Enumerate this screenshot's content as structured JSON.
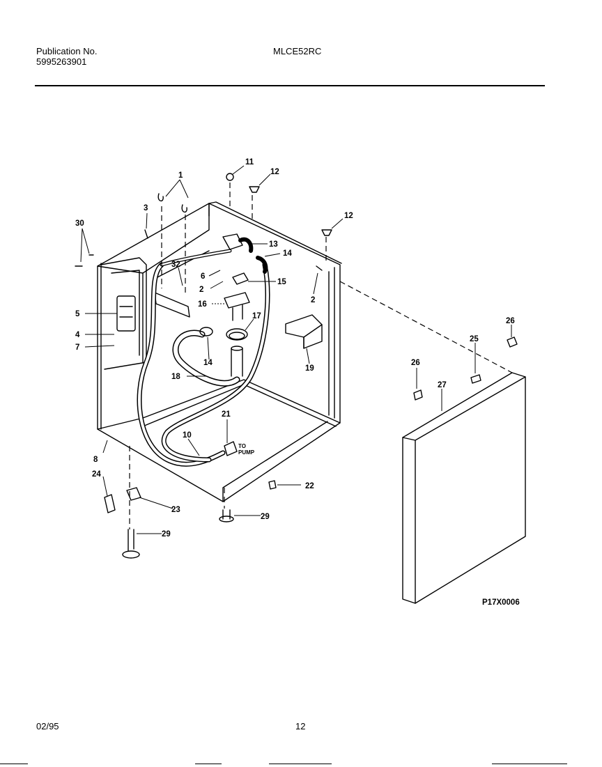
{
  "header": {
    "publication_label": "Publication No.",
    "publication_number": "5995263901",
    "model": "MLCE52RC"
  },
  "diagram": {
    "figure_id": "P17X0006",
    "callouts": [
      {
        "id": "c1",
        "label": "1"
      },
      {
        "id": "c3",
        "label": "3"
      },
      {
        "id": "c30",
        "label": "30"
      },
      {
        "id": "c11",
        "label": "11"
      },
      {
        "id": "c12a",
        "label": "12"
      },
      {
        "id": "c12b",
        "label": "12"
      },
      {
        "id": "c13",
        "label": "13"
      },
      {
        "id": "c14a",
        "label": "14"
      },
      {
        "id": "c15",
        "label": "15"
      },
      {
        "id": "c6a",
        "label": "6"
      },
      {
        "id": "c32",
        "label": "32"
      },
      {
        "id": "c2a",
        "label": "2"
      },
      {
        "id": "c2b",
        "label": "2"
      },
      {
        "id": "c16",
        "label": "16"
      },
      {
        "id": "c17",
        "label": "17"
      },
      {
        "id": "c19",
        "label": "19"
      },
      {
        "id": "c5",
        "label": "5"
      },
      {
        "id": "c4",
        "label": "4"
      },
      {
        "id": "c7",
        "label": "7"
      },
      {
        "id": "c14b",
        "label": "14"
      },
      {
        "id": "c18",
        "label": "18"
      },
      {
        "id": "c21",
        "label": "21"
      },
      {
        "id": "c10",
        "label": "10"
      },
      {
        "id": "c8",
        "label": "8"
      },
      {
        "id": "c24",
        "label": "24"
      },
      {
        "id": "c23",
        "label": "23"
      },
      {
        "id": "c22",
        "label": "22"
      },
      {
        "id": "c29a",
        "label": "29"
      },
      {
        "id": "c29b",
        "label": "29"
      },
      {
        "id": "c26a",
        "label": "26"
      },
      {
        "id": "c25",
        "label": "25"
      },
      {
        "id": "c26b",
        "label": "26"
      },
      {
        "id": "c27",
        "label": "27"
      }
    ],
    "to_pump_line1": "TO",
    "to_pump_line2": "PUMP"
  },
  "footer": {
    "date": "02/95",
    "page": "12"
  }
}
